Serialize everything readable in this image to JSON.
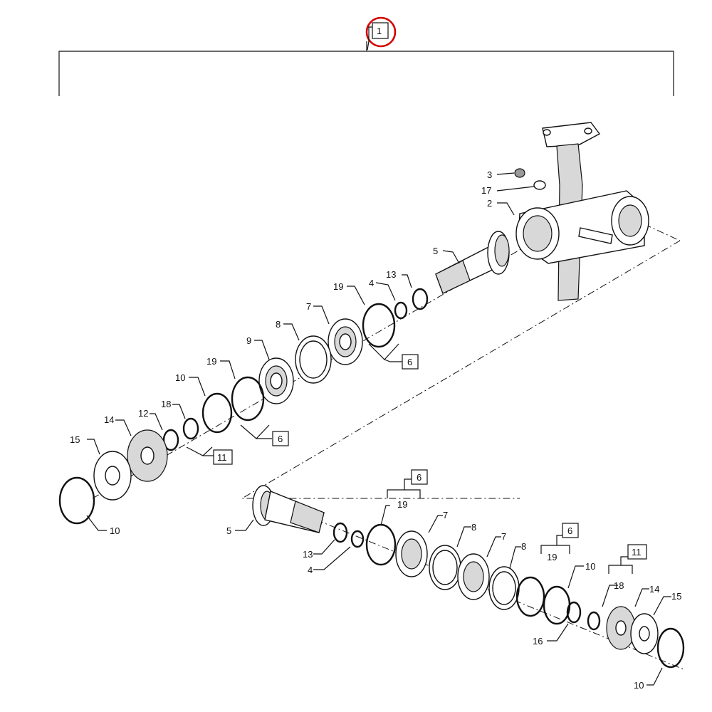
{
  "assembly_ref": "1",
  "highlight_color": "#d40000",
  "labels": {
    "p3": "3",
    "p17": "17",
    "p2": "2",
    "p5a": "5",
    "p13a": "13",
    "p4a": "4",
    "p19a": "19",
    "p7a": "7",
    "p8a": "8",
    "p9": "9",
    "p19b": "19",
    "p10a": "10",
    "p18a": "18",
    "p12": "12",
    "p14a": "14",
    "p15a": "15",
    "p10b": "10",
    "p5b": "5",
    "p13b": "13",
    "p4b": "4",
    "p19c": "19",
    "p7b": "7",
    "p8b": "8",
    "p7c": "7",
    "p8c": "8",
    "p19d": "19",
    "p10c": "10",
    "p18b": "18",
    "p14b": "14",
    "p15b": "15",
    "p16": "16",
    "p10d": "10"
  },
  "boxes": {
    "b6a": "6",
    "b6b": "6",
    "b11a": "11",
    "b6c": "6",
    "b6d": "6",
    "b11b": "11"
  }
}
